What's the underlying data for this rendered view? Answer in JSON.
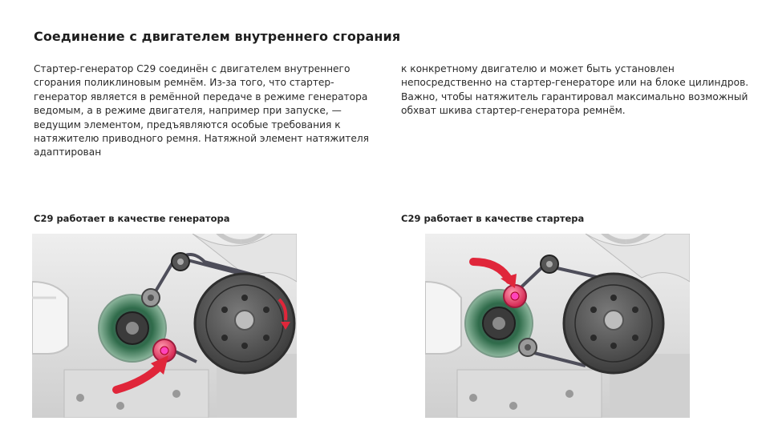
{
  "page": {
    "title": "Соединение с двигателем внутреннего сгорания",
    "left_paragraph": "Стартер-генератор C29 соединён с двигателем внутреннего сгорания поликлиновым ремнём. Из-за того, что стартер-генератор является в ремённой передаче в режиме генератора ведомым, а в режиме двигателя, например при запуске, — ведущим элементом, предъявляются особые требования к натяжителю приводного ремня. Натяжной элемент натяжителя адаптирован",
    "right_paragraph": "к конкретному двигателю и может быть установлен непосредственно на стартер-генераторе или на блоке цилиндров. Важно, чтобы натяжитель гарантировал максимально возможный обхват шкива стартер-генератора ремнём."
  },
  "figures": {
    "generator_caption": "C29 работает в качестве генератора",
    "starter_caption": "C29 работает в качестве стартера"
  },
  "colors": {
    "highlight_red": "#e0263a",
    "tensioner_pink": "#e8456a",
    "engine_gray": "#d8d8d8",
    "pulley_dark": "#4a4a4a",
    "generator_green": "#2f6b4a"
  }
}
